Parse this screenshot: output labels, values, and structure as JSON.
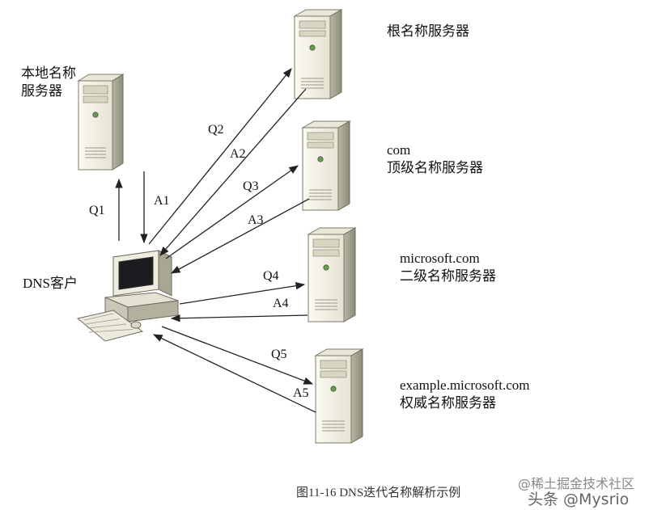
{
  "nodes": {
    "local": [
      "本地名称",
      "服务器"
    ],
    "root": [
      "根名称服务器"
    ],
    "com": [
      "com",
      "顶级名称服务器"
    ],
    "microsoft": [
      "microsoft.com",
      "二级名称服务器"
    ],
    "example": [
      "example.microsoft.com",
      "权威名称服务器"
    ],
    "client": [
      "DNS客户"
    ]
  },
  "arrows": {
    "q1": "Q1",
    "a1": "A1",
    "q2": "Q2",
    "a2": "A2",
    "q3": "Q3",
    "a3": "A3",
    "q4": "Q4",
    "a4": "A4",
    "q5": "Q5",
    "a5": "A5"
  },
  "caption": "图11-16 DNS迭代名称解析示例",
  "watermark": {
    "line1": "@稀土掘金技术社区",
    "line2": "头条 @Mysrio"
  },
  "colors": {
    "server_light": "#f4f2e6",
    "server_dark": "#9a9886",
    "server_led": "#6e9a58",
    "arrow": "#222222"
  }
}
